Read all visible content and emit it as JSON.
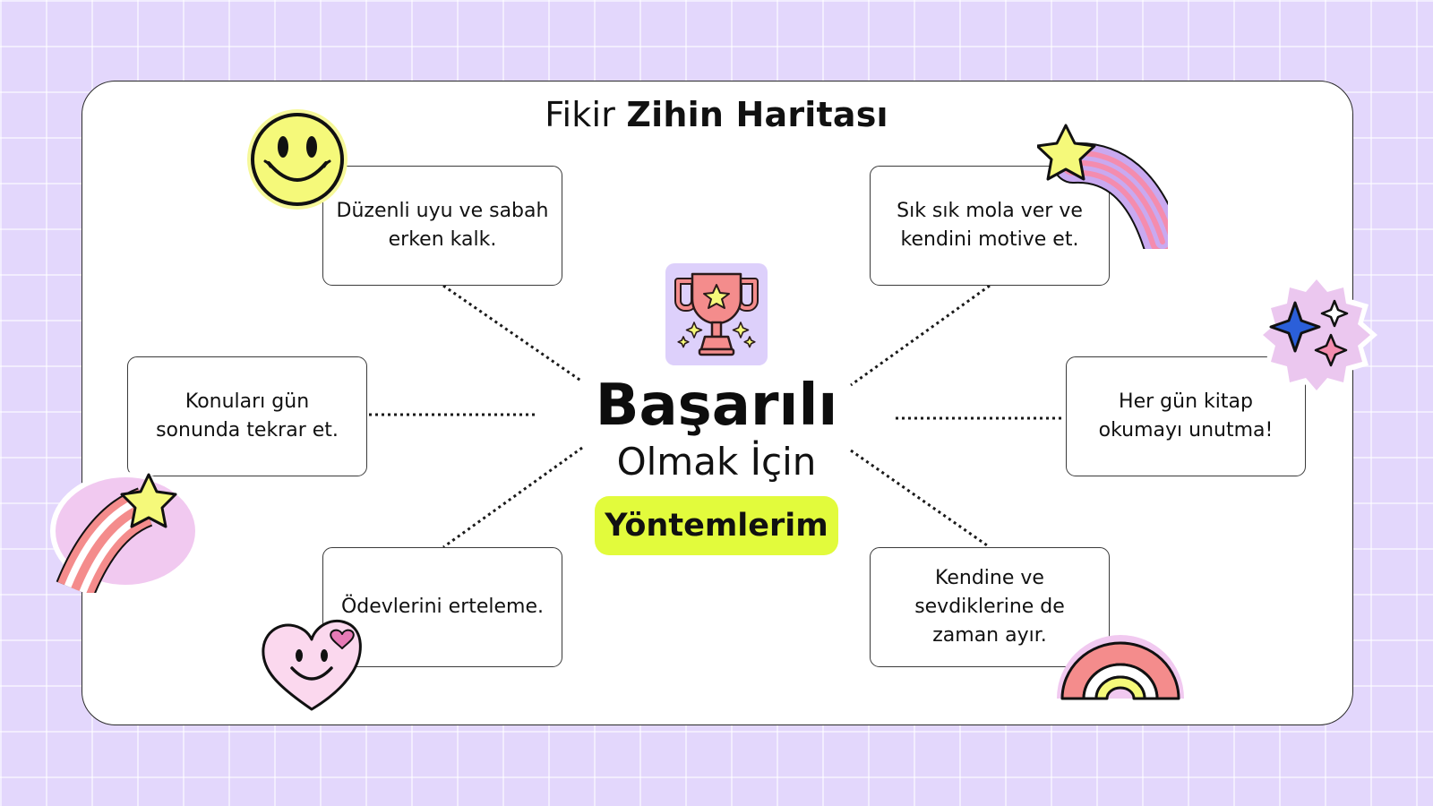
{
  "title": {
    "regular": "Fikir",
    "bold": "Zihin Haritası"
  },
  "center": {
    "main": "Başarılı",
    "sub": "Olmak İçin",
    "badge": "Yöntemlerim"
  },
  "nodes": [
    {
      "line1": "Düzenli uyu ve sabah",
      "line2": "erken kalk."
    },
    {
      "line1": "Sık sık mola ver ve",
      "line2": "kendini motive et."
    },
    {
      "line1": "Konuları gün",
      "line2": "sonunda tekrar et."
    },
    {
      "line1": "Her gün kitap",
      "line2": "okumayı unutma!"
    },
    {
      "line1": "Ödevlerini erteleme."
    },
    {
      "line1": "Kendine ve",
      "line2": "sevdiklerine de",
      "line3": "zaman ayır."
    }
  ],
  "colors": {
    "background": "#e3d7fc",
    "badge": "#e2fb3c",
    "trophy": "#f48c8c",
    "star_yellow": "#f5f97a",
    "sticker_pink": "#f1c9f0"
  },
  "icons": [
    "trophy-icon",
    "smiley-face-icon",
    "shooting-star-icon",
    "sparkle-stars-icon",
    "heart-smiley-icon",
    "rainbow-icon"
  ]
}
